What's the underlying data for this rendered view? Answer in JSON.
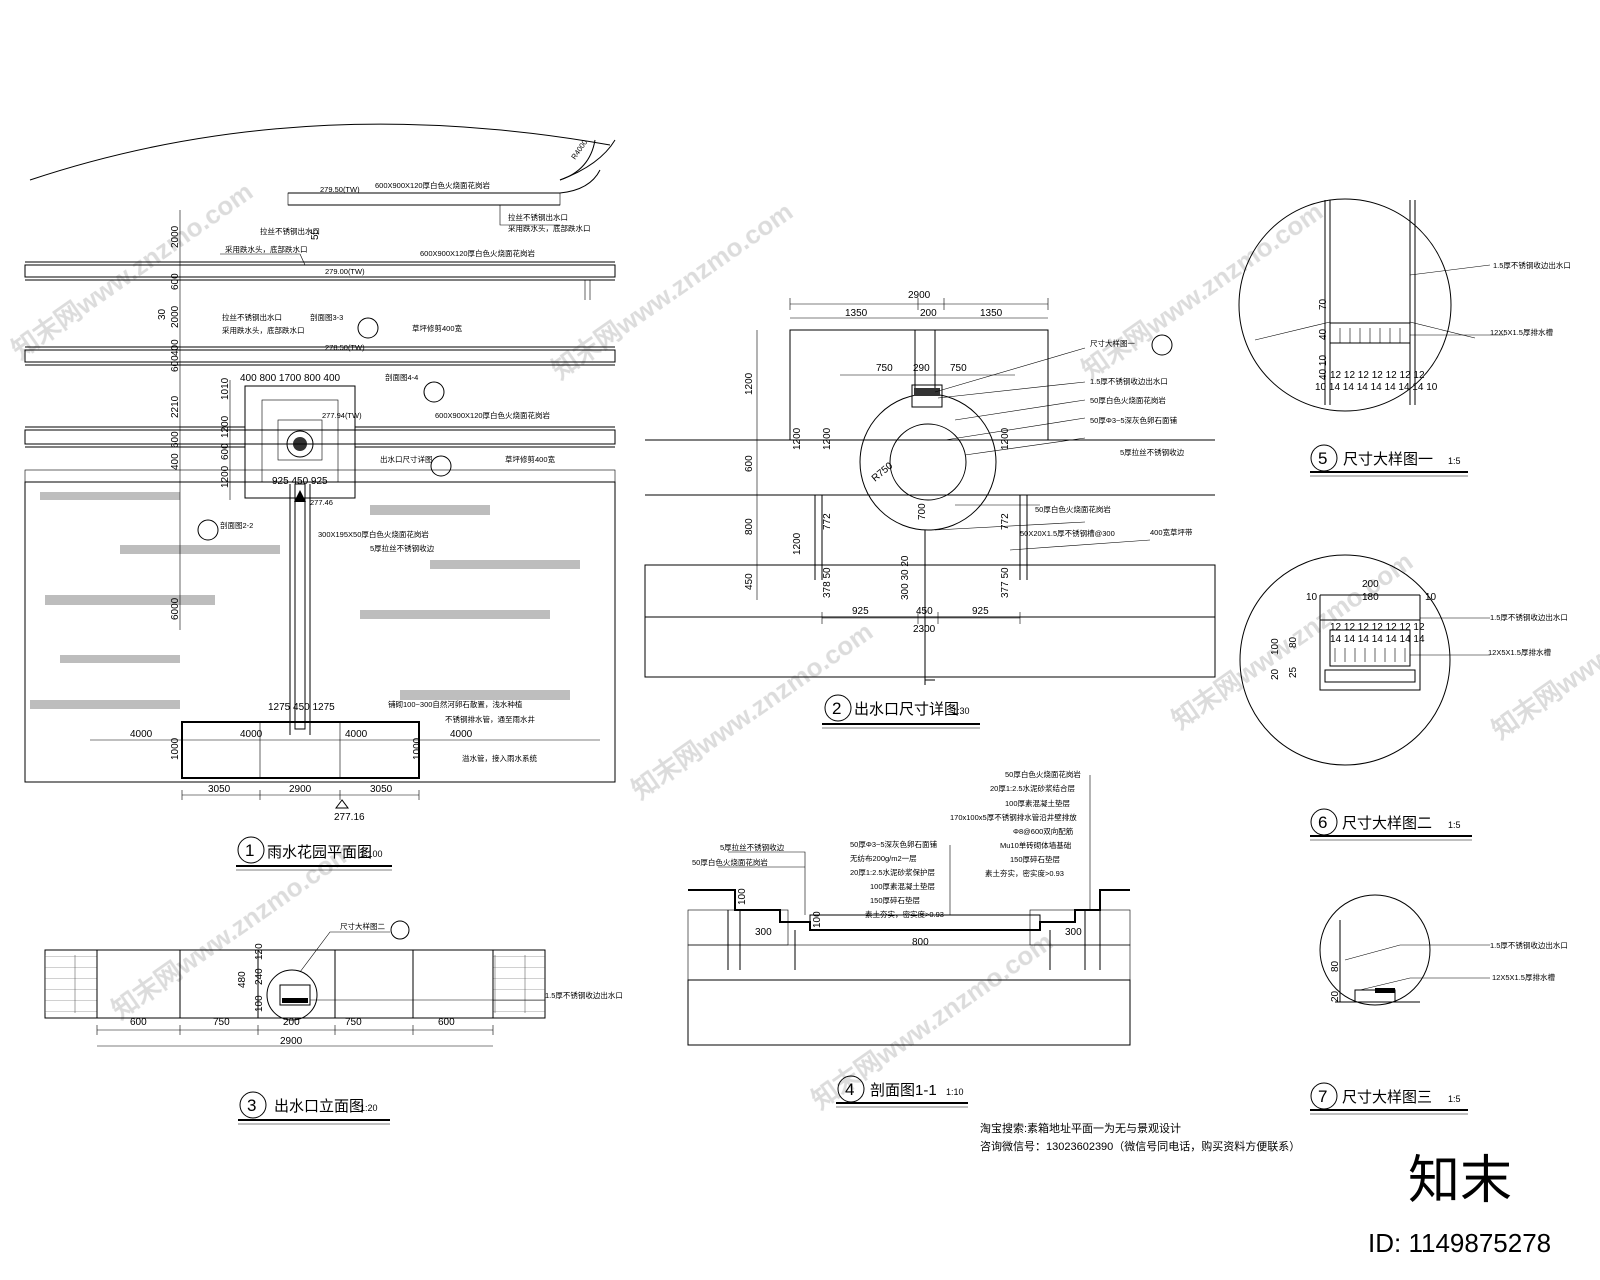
{
  "titles": {
    "d1": {
      "num": "1",
      "title": "雨水花园平面图",
      "scale": "1:100"
    },
    "d2": {
      "num": "2",
      "title": "出水口尺寸详图",
      "scale": "1:30"
    },
    "d3": {
      "num": "3",
      "title": "出水口立面图",
      "scale": "1:20"
    },
    "d4": {
      "num": "4",
      "title": "剖面图1-1",
      "scale": "1:10"
    },
    "d5": {
      "num": "5",
      "title": "尺寸大样图一",
      "scale": "1:5"
    },
    "d6": {
      "num": "6",
      "title": "尺寸大样图二",
      "scale": "1:5"
    },
    "d7": {
      "num": "7",
      "title": "尺寸大样图三",
      "scale": "1:5"
    }
  },
  "plan": {
    "notes": {
      "paving_top": "600X900X120厚白色火烧面花岗岩",
      "paving_mid": "600X900X120厚白色火烧面花岗岩",
      "paving_low": "600X900X120厚白色火烧面花岗岩",
      "elev_1": "279.50(TW)",
      "elev_2": "279.00(TW)",
      "elev_3": "278.50(TW)",
      "elev_4": "277.94(TW)",
      "elev_5": "277.46",
      "elev_6": "277.16",
      "radius": "R4000",
      "outlet_1": "拉丝不锈钢出水口",
      "outlet_2": "采用跌水头，底部跌水口",
      "outlet_3": "拉丝不锈钢出水口",
      "outlet_4": "采用跌水头，底部跌水口",
      "outlet_5": "拉丝不锈钢出水口",
      "outlet_6": "采用跌水头，底部跌水口",
      "grass_1": "草坪修剪400宽",
      "grass_2": "草坪修剪400宽",
      "section_33": "剖面图3-3",
      "section_44": "剖面图4-4",
      "section_22": "剖面图2-2",
      "detail_ref": "出水口尺寸详图",
      "channel_1": "300X195X50厚白色火烧面花岗岩",
      "channel_2": "5厚拉丝不锈钢收边",
      "pond_1": "铺砌100~300自然河卵石散置，浅水种植",
      "pond_2": "不锈钢排水管，通至雨水井",
      "pond_3": "溢水管，接入雨水系统",
      "d_2000a": "2000",
      "d_600a": "600",
      "d_2000b": "2000",
      "d_400a": "400",
      "d_600b": "600",
      "d_2210": "2210",
      "d_600c": "600",
      "d_400b": "400",
      "d_6000": "6000",
      "d_1200a": "1200",
      "d_1010": "1010",
      "d_1200b": "1200",
      "d_600d": "600",
      "d_1200c": "1200",
      "d_4000a": "4000",
      "d_4000b": "4000",
      "d_4000c": "4000",
      "d_4000d": "4000",
      "d_1275": "1275 450 1275",
      "d_925": "925 450 925",
      "d_top": "400 800 1700 800 400",
      "d_3050a": "3050",
      "d_2900": "2900",
      "d_3050b": "3050",
      "d_1000a": "1000",
      "d_1000b": "1000",
      "d_55": "55",
      "d_30": "30"
    }
  },
  "outlet_detail": {
    "d_2900": "2900",
    "d_1350a": "1350",
    "d_200": "200",
    "d_1350b": "1350",
    "d_750a": "750",
    "d_290": "290",
    "d_750b": "750",
    "d_1200a": "1200",
    "d_600": "600",
    "d_800": "800",
    "d_450": "450",
    "d_1200b": "1200",
    "d_1200c": "1200",
    "d_1200d": "1200",
    "d_772a": "772",
    "d_772b": "772",
    "d_378": "378 50",
    "d_377": "377 50",
    "d_925a": "925",
    "d_450b": "450",
    "d_925b": "925",
    "d_2300": "2300",
    "d_700": "700",
    "d_300": "300 30 20",
    "d_r": "R750",
    "n1": "尺寸大样图一",
    "n2": "1.5厚不锈钢收边出水口",
    "n3": "50厚白色火烧面花岗岩",
    "n4": "50厚Φ3~5深灰色卵石面铺",
    "n5": "5厚拉丝不锈钢收边",
    "n6": "50厚白色火烧面花岗岩",
    "n7": "50X20X1.5厚不锈钢槽@300",
    "n8": "400宽草坪带"
  },
  "elevation": {
    "d_600a": "600",
    "d_750a": "750",
    "d_200": "200",
    "d_750b": "750",
    "d_600b": "600",
    "d_2900": "2900",
    "d_120": "120",
    "d_480": "480",
    "d_240": "240",
    "d_100": "100",
    "n1": "尺寸大样图二",
    "n2": "1.5厚不锈钢收边出水口"
  },
  "section": {
    "left_1": "5厚拉丝不锈钢收边",
    "left_2": "50厚白色火烧面花岗岩",
    "mid_1": "50厚Φ3~5深灰色卵石面铺",
    "mid_2": "无纺布200g/m2一层",
    "mid_3": "20厚1:2.5水泥砂浆保护层",
    "mid_4": "100厚素混凝土垫层",
    "mid_5": "150厚碎石垫层",
    "mid_6": "素土夯实，密实度>0.93",
    "right_1": "50厚白色火烧面花岗岩",
    "right_2": "20厚1:2.5水泥砂浆结合层",
    "right_3": "100厚素混凝土垫层",
    "right_4": "170x100x5厚不锈钢排水管沿井壁排放",
    "right_5": "Φ8@600双向配筋",
    "right_6": "Mu10单砖砌体墙基础",
    "right_7": "150厚碎石垫层",
    "right_8": "素土夯实，密实度>0.93",
    "d_100a": "100",
    "d_300a": "300",
    "d_100b": "100",
    "d_800": "800",
    "d_300b": "300"
  },
  "detail5": {
    "n1": "1.5厚不锈钢收边出水口",
    "n2": "12X5X1.5厚排水槽",
    "d_70": "70",
    "d_40": "40",
    "d_40b": "40 10",
    "row1": "12 12 12 12 12 12 12",
    "row2": "10 14 14 14 14 14 14 14 10"
  },
  "detail6": {
    "n1": "1.5厚不锈钢收边出水口",
    "n2": "12X5X1.5厚排水槽",
    "d_200": "200",
    "d_180": "180",
    "d_10a": "10",
    "d_10b": "10",
    "d_100": "100",
    "d_80": "80",
    "d_20": "20",
    "d_25": "25",
    "row1": "12 12 12 12 12 12 12",
    "row2": "14 14 14 14 14 14 14"
  },
  "detail7": {
    "n1": "1.5厚不锈钢收边出水口",
    "n2": "12X5X1.5厚排水槽",
    "d_80": "80",
    "d_20": "20"
  },
  "footer": {
    "line1": "淘宝搜索:素箱地址平面一为无与景观设计",
    "line2": "咨询微信号：13023602390（微信号同电话，购买资料方便联系）"
  },
  "brand": {
    "logo": "知末",
    "id": "ID: 1149875278",
    "watermark": "知末网www.znzmo.com"
  }
}
